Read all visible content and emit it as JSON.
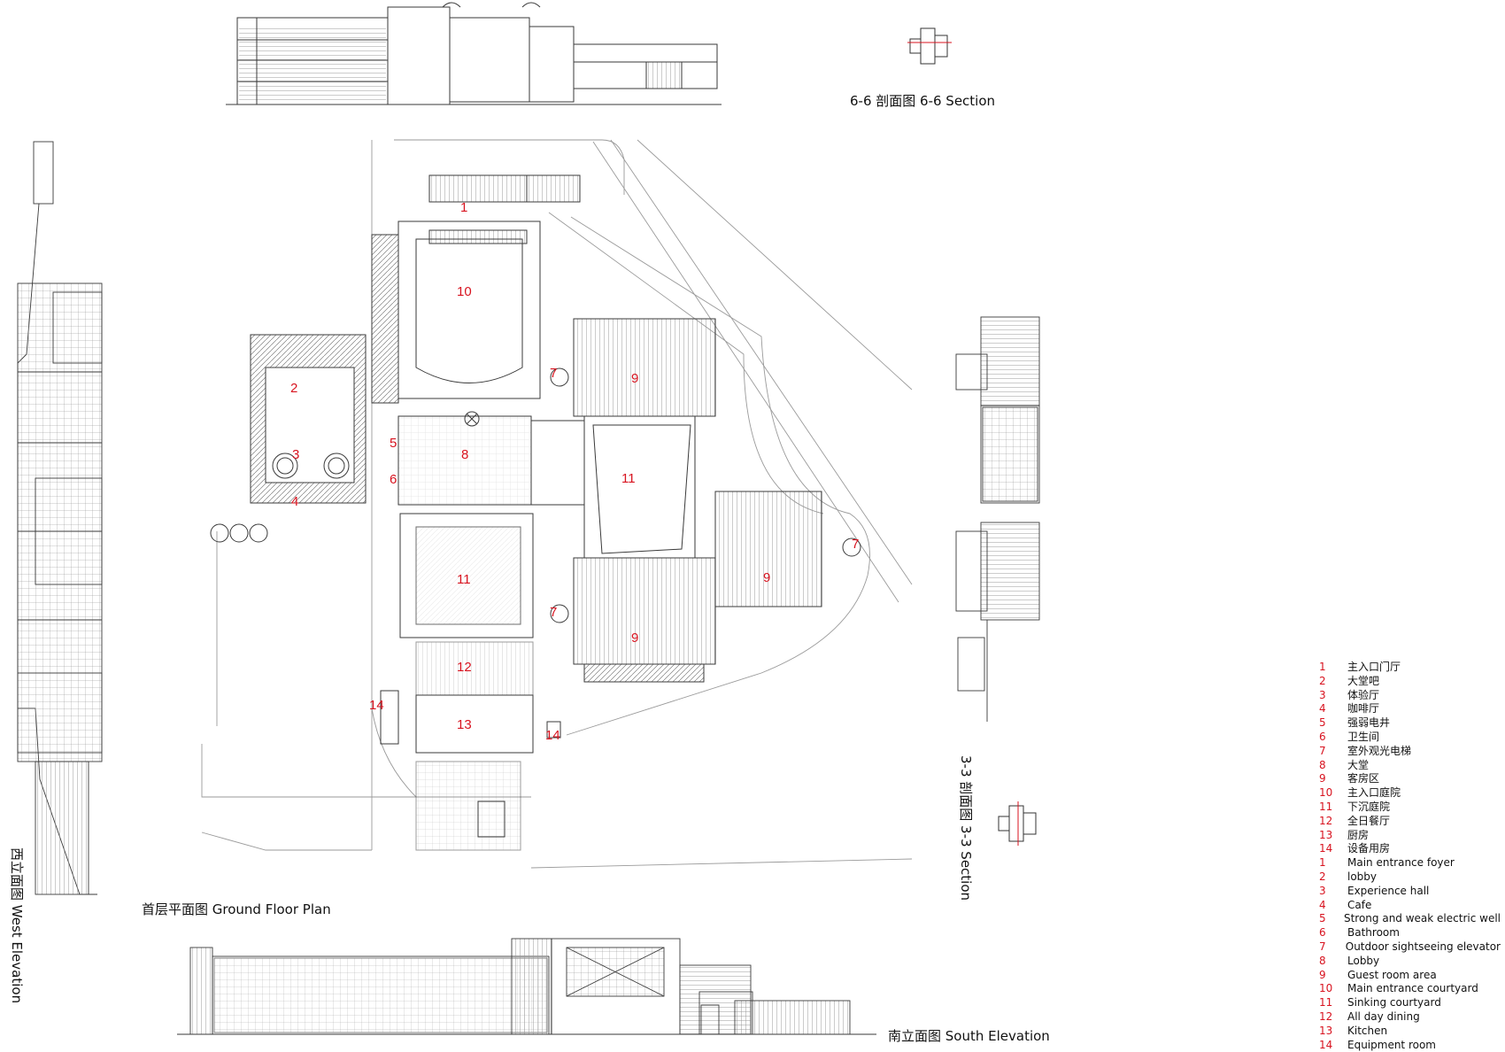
{
  "captions": {
    "section_6_6": "6-6 剖面图 6-6 Section",
    "section_3_3": "3-3 剖面图 3-3 Section",
    "west_elevation": "西立面图 West  Elevation",
    "ground_floor_plan": "首层平面图 Ground Floor Plan",
    "south_elevation": "南立面图 South  Elevation"
  },
  "room_numbers": {
    "main_entrance_foyer": "1",
    "lobby_bar": "2",
    "experience_hall": "3",
    "cafe": "4",
    "electric_well": "5",
    "bathroom": "6",
    "elevator_nw": "7",
    "elevator_sw": "7",
    "elevator_e": "7",
    "lobby": "8",
    "guest_rooms_n": "9",
    "guest_rooms_s": "9",
    "guest_rooms_e": "9",
    "entrance_courtyard": "10",
    "sinking_courtyard_w": "11",
    "sinking_courtyard_e": "11",
    "all_day_dining": "12",
    "kitchen": "13",
    "equipment_room_w": "14",
    "equipment_room_s": "14"
  },
  "legend": [
    {
      "n": "1",
      "text": "主入口门厅"
    },
    {
      "n": "2",
      "text": "大堂吧"
    },
    {
      "n": "3",
      "text": "体验厅"
    },
    {
      "n": "4",
      "text": "咖啡厅"
    },
    {
      "n": "5",
      "text": "强弱电井"
    },
    {
      "n": "6",
      "text": "卫生间"
    },
    {
      "n": "7",
      "text": "室外观光电梯"
    },
    {
      "n": "8",
      "text": "大堂"
    },
    {
      "n": "9",
      "text": "客房区"
    },
    {
      "n": "10",
      "text": "主入口庭院"
    },
    {
      "n": "11",
      "text": "下沉庭院"
    },
    {
      "n": "12",
      "text": "全日餐厅"
    },
    {
      "n": "13",
      "text": "厨房"
    },
    {
      "n": "14",
      "text": "设备用房"
    },
    {
      "n": "1",
      "text": "Main entrance foyer"
    },
    {
      "n": "2",
      "text": "lobby"
    },
    {
      "n": "3",
      "text": "Experience hall"
    },
    {
      "n": "4",
      "text": "Cafe"
    },
    {
      "n": "5",
      "text": "Strong and weak electric well"
    },
    {
      "n": "6",
      "text": "Bathroom"
    },
    {
      "n": "7",
      "text": "Outdoor sightseeing elevator"
    },
    {
      "n": "8",
      "text": "Lobby"
    },
    {
      "n": "9",
      "text": "Guest room area"
    },
    {
      "n": "10",
      "text": "Main entrance courtyard"
    },
    {
      "n": "11",
      "text": "Sinking courtyard"
    },
    {
      "n": "12",
      "text": "All day dining"
    },
    {
      "n": "13",
      "text": "Kitchen"
    },
    {
      "n": "14",
      "text": "Equipment room"
    }
  ],
  "colors": {
    "line": "#3a3a3a",
    "light_line": "#9a9a9a",
    "label_red": "#d8131f",
    "key_plan_highlight": "#d8131f"
  }
}
